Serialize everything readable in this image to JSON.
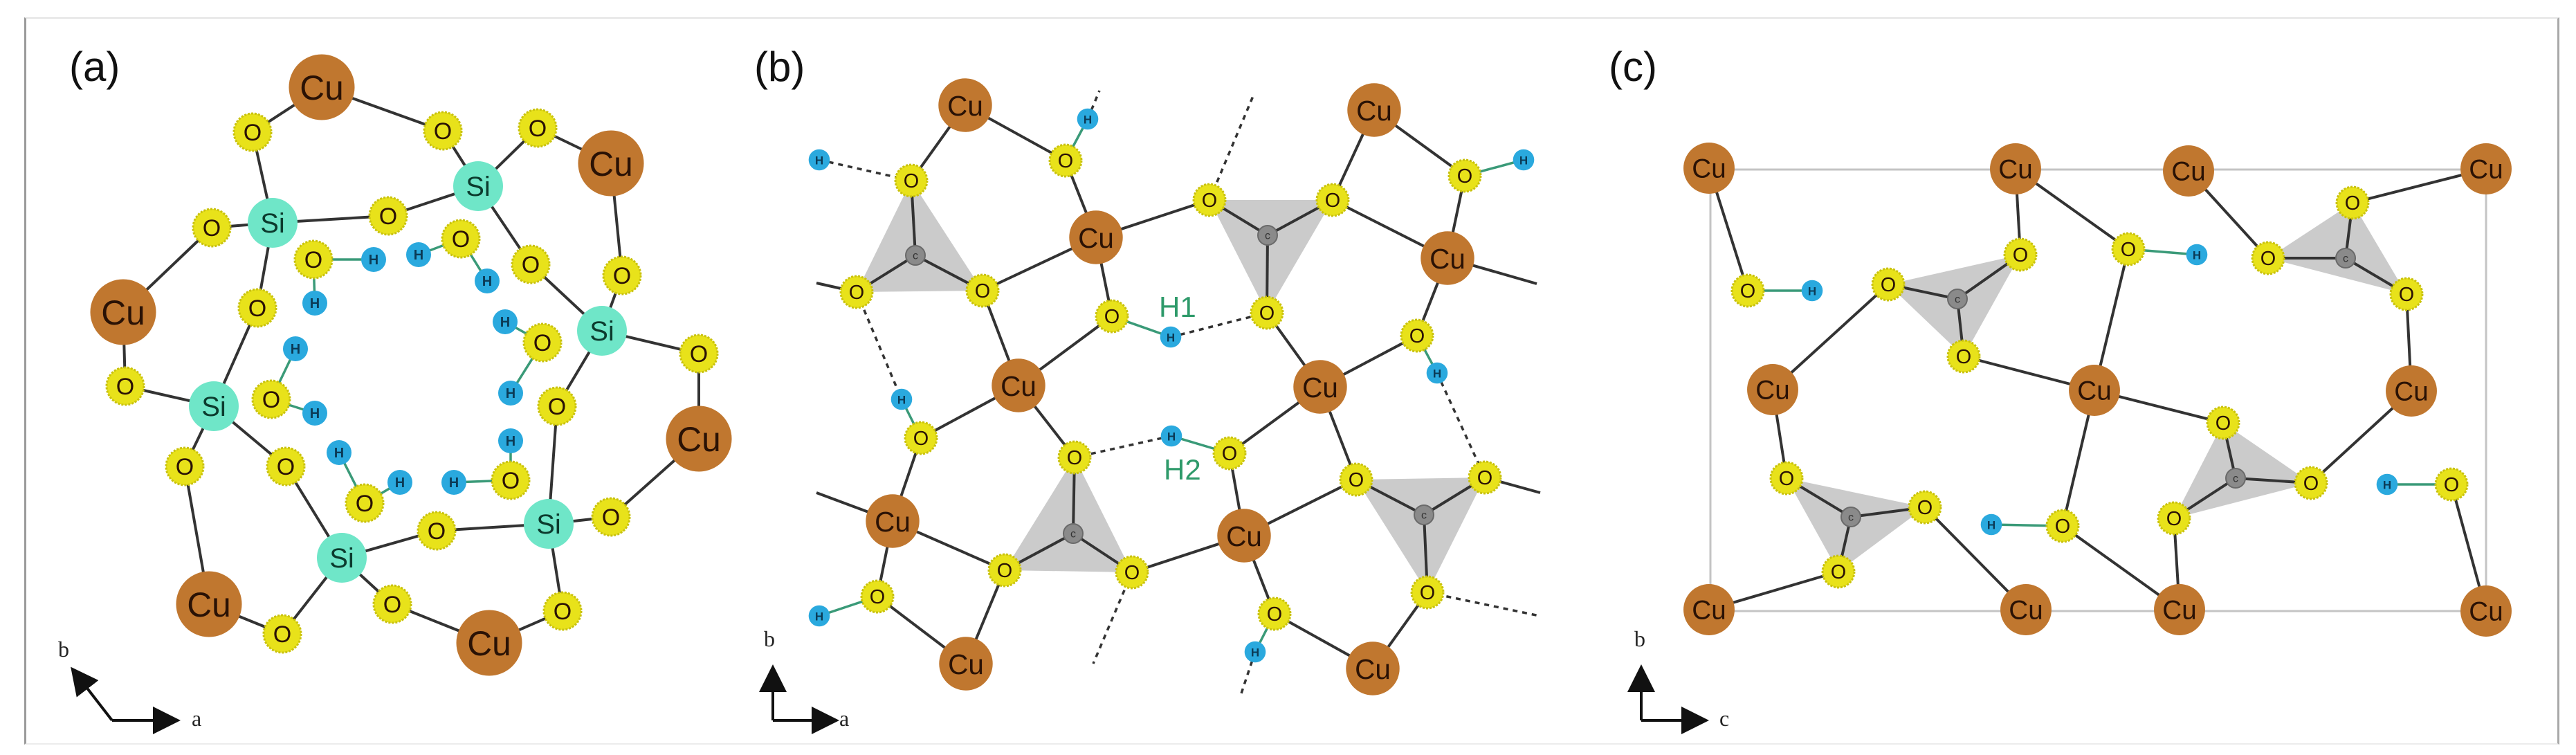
{
  "figure": {
    "panels": [
      {
        "id": "a",
        "label": "(a)",
        "axes": {
          "vertical": "b",
          "horizontal": "a"
        }
      },
      {
        "id": "b",
        "label": "(b)",
        "axes": {
          "vertical": "b",
          "horizontal": "a"
        },
        "hbond_labels": [
          "H1",
          "H2"
        ]
      },
      {
        "id": "c",
        "label": "(c)",
        "axes": {
          "vertical": "b",
          "horizontal": "c"
        }
      }
    ],
    "atom_symbols": {
      "Cu": "Cu",
      "O": "O",
      "Si": "Si",
      "H": "H",
      "C": "c"
    },
    "colors": {
      "Cu": "#c0772f",
      "O": "#e8e21a",
      "O_ring": "#c9c20e",
      "Si": "#6fe6c8",
      "H": "#2aa9de",
      "C": "#8a8a8a",
      "triangle": "#c8c8c8",
      "bond": "#333333",
      "oh_bond": "#3a9a78",
      "cell": "#c4c4c4"
    }
  }
}
